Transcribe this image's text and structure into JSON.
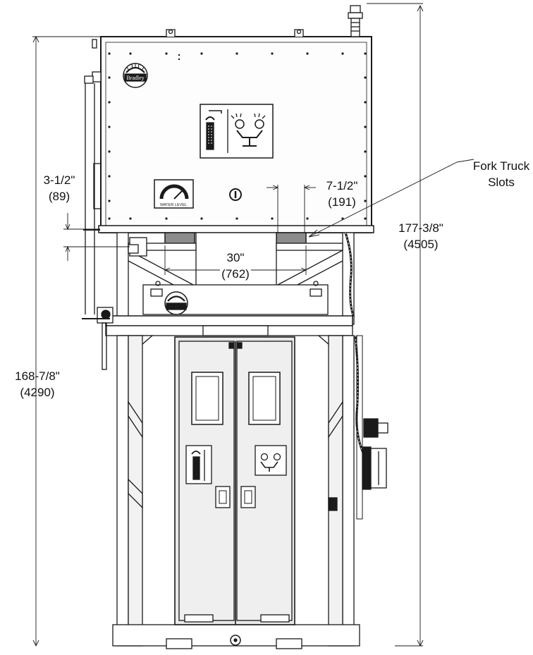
{
  "dimensions": {
    "overall_height": {
      "imperial": "177-3/8\"",
      "metric": "(4505)"
    },
    "frame_height": {
      "imperial": "168-7/8\"",
      "metric": "(4290)"
    },
    "offset": {
      "imperial": "3-1/2\"",
      "metric": "(89)"
    },
    "slot_width": {
      "imperial": "7-1/2\"",
      "metric": "(191)"
    },
    "slot_spacing": {
      "imperial": "30\"",
      "metric": "(762)"
    }
  },
  "callout": {
    "line1": "Fork Truck",
    "line2": "Slots"
  },
  "logo_text": "Bradley",
  "gauge_label": "WATER LEVEL",
  "colors": {
    "line": "#1a1a1a",
    "fill_light": "#f2f2f2",
    "fill_dark": "#8c8c8c",
    "door_fill": "#e9e9e9"
  }
}
